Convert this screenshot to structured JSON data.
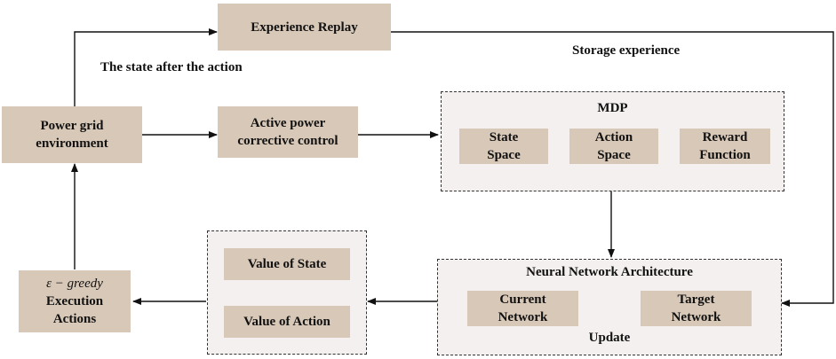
{
  "nodes": {
    "experience_replay": "Experience Replay",
    "power_grid": [
      "Power grid",
      "environment"
    ],
    "active_power": [
      "Active power",
      "corrective control"
    ],
    "mdp_title": "MDP",
    "state_space": [
      "State",
      "Space"
    ],
    "action_space": [
      "Action",
      "Space"
    ],
    "reward_function": [
      "Reward",
      "Function"
    ],
    "nn_title": "Neural Network Architecture",
    "current_network": [
      "Current",
      "Network"
    ],
    "target_network": [
      "Target",
      "Network"
    ],
    "update": "Update",
    "value_state": "Value of State",
    "value_action": "Value of Action",
    "greedy": "ε − greedy",
    "execution_actions": [
      "Execution",
      "Actions"
    ]
  },
  "edge_labels": {
    "state_after_action": "The state after the action",
    "storage_experience": "Storage experience"
  }
}
